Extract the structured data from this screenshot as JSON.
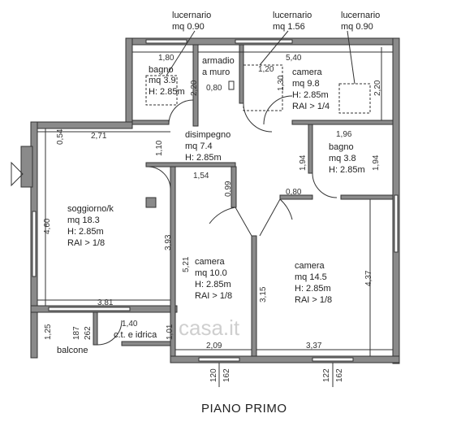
{
  "title": "PIANO PRIMO",
  "skylights": [
    {
      "label": "lucernario",
      "area": "mq 0.90"
    },
    {
      "label": "lucernario",
      "area": "mq 1.56"
    },
    {
      "label": "lucernario",
      "area": "mq 0.90"
    }
  ],
  "rooms": {
    "bagno1": {
      "name": "bagno",
      "area": "mq 3.9",
      "height": "H: 2.85m"
    },
    "armadio": {
      "line1": "armadio",
      "line2": "a muro"
    },
    "camera1": {
      "name": "camera",
      "area": "mq 9.8",
      "height": "H: 2.85m",
      "rai": "RAI > 1/4"
    },
    "disimpegno": {
      "name": "disimpegno",
      "area": "mq 7.4",
      "height": "H: 2.85m"
    },
    "bagno2": {
      "name": "bagno",
      "area": "mq 3.8",
      "height": "H: 2.85m"
    },
    "soggiorno": {
      "name": "soggiorno/k",
      "area": "mq 18.3",
      "height": "H: 2.85m",
      "rai": "RAI > 1/8"
    },
    "camera2": {
      "name": "camera",
      "area": "mq 10.0",
      "height": "H: 2.85m",
      "rai": "RAI > 1/8"
    },
    "camera3": {
      "name": "camera",
      "area": "mq 14.5",
      "height": "H: 2.85m",
      "rai": "RAI > 1/8"
    },
    "ct": {
      "name": "c.t. e idrica"
    },
    "balcone": {
      "name": "balcone"
    }
  },
  "dimensions": {
    "d_1_80": "1,80",
    "d_5_40": "5,40",
    "d_1_20": "1,20",
    "d_2_20_a": "2,20",
    "d_0_80_a": "0,80",
    "d_1_30": "1,30",
    "d_2_20_b": "2,20",
    "d_0_54": "0,54",
    "d_2_71": "2,71",
    "d_1_10": "1,10",
    "d_1_96": "1,96",
    "d_1_94_a": "1,94",
    "d_1_94_b": "1,94",
    "d_1_54": "1,54",
    "d_0_99": "0,99",
    "d_0_80_b": "0,80",
    "d_4_60": "4,60",
    "d_3_93": "3,93",
    "d_5_21": "5,21",
    "d_4_37": "4,37",
    "d_3_15": "3,15",
    "d_3_81": "3,81",
    "d_1_40": "1,40",
    "d_1_25": "1,25",
    "d_187": "187",
    "d_262": "262",
    "d_1_01": "1,01",
    "d_2_09": "2,09",
    "d_3_37": "3,37",
    "d_120_a": "120",
    "d_162_a": "162",
    "d_122": "122",
    "d_162_b": "162"
  },
  "watermark": "casa.it",
  "colors": {
    "wall": "#8a8a8a",
    "line": "#333333",
    "watermark": "#cfcfcf"
  }
}
